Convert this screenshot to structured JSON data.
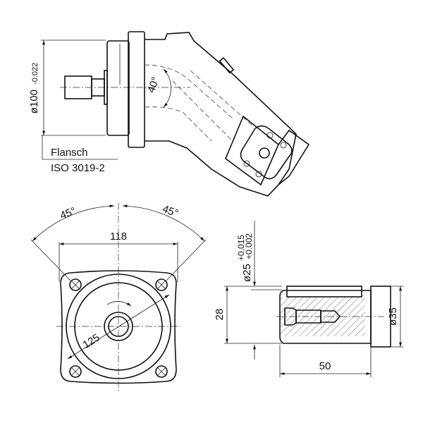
{
  "side_view": {
    "flange_diameter": "ø100",
    "flange_tolerance": "-0.022",
    "bent_axis_angle": "40°",
    "flange_label": "Flansch",
    "flange_standard": "ISO 3019-2"
  },
  "front_view": {
    "angle_left": "45°",
    "angle_right": "45°",
    "bolt_spacing": "118",
    "bolt_circle": "125"
  },
  "shaft_view": {
    "shaft_diameter": "ø25",
    "tolerance_upper": "+0.015",
    "tolerance_lower": "+0.002",
    "key_height": "28",
    "collar_diameter": "ø35",
    "shaft_length": "50"
  }
}
